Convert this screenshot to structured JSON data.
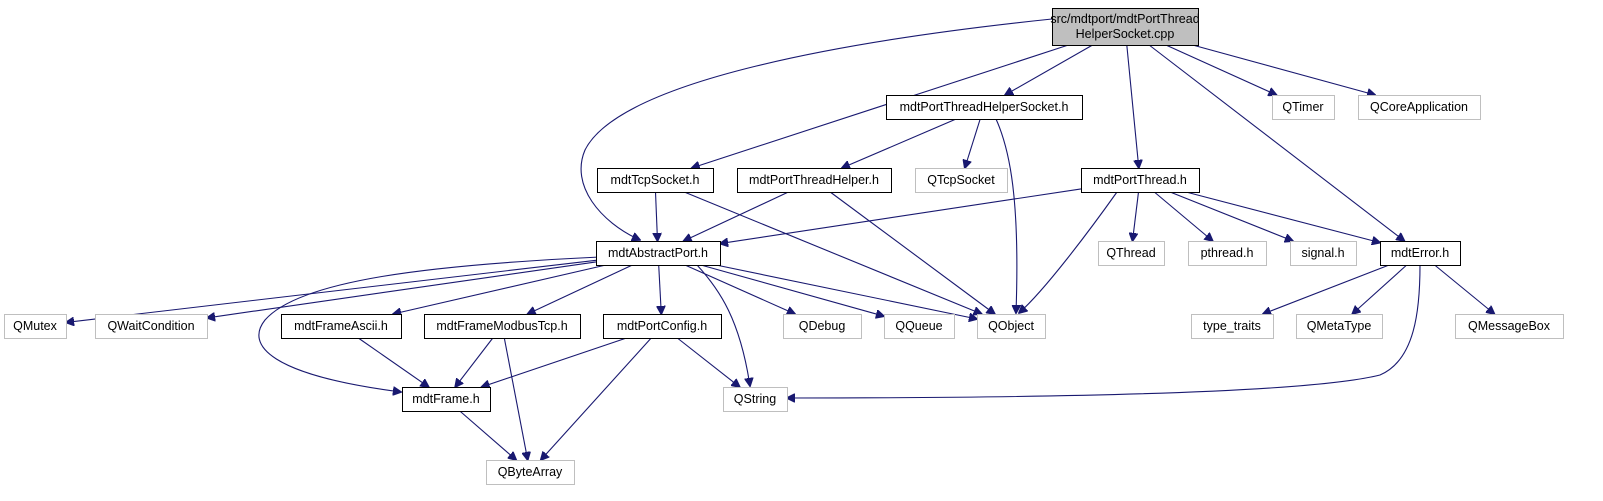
{
  "diagram": {
    "nodes": [
      {
        "id": "main",
        "kind": "main",
        "lines": [
          "src/mdtport/mdtPortThread",
          "HelperSocket.cpp"
        ]
      },
      {
        "id": "helper_socket_h",
        "kind": "project",
        "lines": [
          "mdtPortThreadHelperSocket.h"
        ]
      },
      {
        "id": "qtimer",
        "kind": "external",
        "lines": [
          "QTimer"
        ]
      },
      {
        "id": "qcoreapp",
        "kind": "external",
        "lines": [
          "QCoreApplication"
        ]
      },
      {
        "id": "tcpsocket_h",
        "kind": "project",
        "lines": [
          "mdtTcpSocket.h"
        ]
      },
      {
        "id": "threadhelper_h",
        "kind": "project",
        "lines": [
          "mdtPortThreadHelper.h"
        ]
      },
      {
        "id": "qtcpsocket",
        "kind": "external",
        "lines": [
          "QTcpSocket"
        ]
      },
      {
        "id": "portthread_h",
        "kind": "project",
        "lines": [
          "mdtPortThread.h"
        ]
      },
      {
        "id": "abstractport_h",
        "kind": "project",
        "lines": [
          "mdtAbstractPort.h"
        ]
      },
      {
        "id": "qthread",
        "kind": "external",
        "lines": [
          "QThread"
        ]
      },
      {
        "id": "pthread_h",
        "kind": "external",
        "lines": [
          "pthread.h"
        ]
      },
      {
        "id": "signal_h",
        "kind": "external",
        "lines": [
          "signal.h"
        ]
      },
      {
        "id": "error_h",
        "kind": "project",
        "lines": [
          "mdtError.h"
        ]
      },
      {
        "id": "qmutex",
        "kind": "external",
        "lines": [
          "QMutex"
        ]
      },
      {
        "id": "qwaitcondition",
        "kind": "external",
        "lines": [
          "QWaitCondition"
        ]
      },
      {
        "id": "frameascii_h",
        "kind": "project",
        "lines": [
          "mdtFrameAscii.h"
        ]
      },
      {
        "id": "framemodbustcp_h",
        "kind": "project",
        "lines": [
          "mdtFrameModbusTcp.h"
        ]
      },
      {
        "id": "portconfig_h",
        "kind": "project",
        "lines": [
          "mdtPortConfig.h"
        ]
      },
      {
        "id": "qdebug",
        "kind": "external",
        "lines": [
          "QDebug"
        ]
      },
      {
        "id": "qqueue",
        "kind": "external",
        "lines": [
          "QQueue"
        ]
      },
      {
        "id": "qobject",
        "kind": "external",
        "lines": [
          "QObject"
        ]
      },
      {
        "id": "type_traits",
        "kind": "external",
        "lines": [
          "type_traits"
        ]
      },
      {
        "id": "qmetatype",
        "kind": "external",
        "lines": [
          "QMetaType"
        ]
      },
      {
        "id": "qmessagebox",
        "kind": "external",
        "lines": [
          "QMessageBox"
        ]
      },
      {
        "id": "frame_h",
        "kind": "project",
        "lines": [
          "mdtFrame.h"
        ]
      },
      {
        "id": "qstring",
        "kind": "external",
        "lines": [
          "QString"
        ]
      },
      {
        "id": "qbytearray",
        "kind": "external",
        "lines": [
          "QByteArray"
        ]
      }
    ],
    "edges": [
      {
        "from": "main",
        "to": "helper_socket_h"
      },
      {
        "from": "main",
        "to": "qtimer"
      },
      {
        "from": "main",
        "to": "qcoreapp"
      },
      {
        "from": "main",
        "to": "tcpsocket_h"
      },
      {
        "from": "main",
        "to": "portthread_h"
      },
      {
        "from": "main",
        "to": "abstractport_h"
      },
      {
        "from": "main",
        "to": "error_h"
      },
      {
        "from": "helper_socket_h",
        "to": "threadhelper_h"
      },
      {
        "from": "helper_socket_h",
        "to": "qtcpsocket"
      },
      {
        "from": "helper_socket_h",
        "to": "qobject"
      },
      {
        "from": "tcpsocket_h",
        "to": "abstractport_h"
      },
      {
        "from": "tcpsocket_h",
        "to": "qobject"
      },
      {
        "from": "threadhelper_h",
        "to": "abstractport_h"
      },
      {
        "from": "threadhelper_h",
        "to": "qobject"
      },
      {
        "from": "portthread_h",
        "to": "abstractport_h"
      },
      {
        "from": "portthread_h",
        "to": "qthread"
      },
      {
        "from": "portthread_h",
        "to": "pthread_h"
      },
      {
        "from": "portthread_h",
        "to": "signal_h"
      },
      {
        "from": "portthread_h",
        "to": "error_h"
      },
      {
        "from": "portthread_h",
        "to": "qobject"
      },
      {
        "from": "abstractport_h",
        "to": "qmutex"
      },
      {
        "from": "abstractport_h",
        "to": "qwaitcondition"
      },
      {
        "from": "abstractport_h",
        "to": "frameascii_h"
      },
      {
        "from": "abstractport_h",
        "to": "framemodbustcp_h"
      },
      {
        "from": "abstractport_h",
        "to": "portconfig_h"
      },
      {
        "from": "abstractport_h",
        "to": "qdebug"
      },
      {
        "from": "abstractport_h",
        "to": "qqueue"
      },
      {
        "from": "abstractport_h",
        "to": "qobject"
      },
      {
        "from": "abstractport_h",
        "to": "frame_h"
      },
      {
        "from": "abstractport_h",
        "to": "qstring"
      },
      {
        "from": "error_h",
        "to": "type_traits"
      },
      {
        "from": "error_h",
        "to": "qmetatype"
      },
      {
        "from": "error_h",
        "to": "qmessagebox"
      },
      {
        "from": "error_h",
        "to": "qstring"
      },
      {
        "from": "frameascii_h",
        "to": "frame_h"
      },
      {
        "from": "framemodbustcp_h",
        "to": "frame_h"
      },
      {
        "from": "framemodbustcp_h",
        "to": "qbytearray"
      },
      {
        "from": "portconfig_h",
        "to": "frame_h"
      },
      {
        "from": "portconfig_h",
        "to": "qstring"
      },
      {
        "from": "portconfig_h",
        "to": "qbytearray"
      },
      {
        "from": "frame_h",
        "to": "qbytearray"
      }
    ],
    "colors": {
      "edge": "#191970",
      "main_fill": "#bfbfbf",
      "project_border": "#000000",
      "external_border": "#bfbfbf",
      "text": "#000000",
      "background": "#ffffff"
    }
  }
}
